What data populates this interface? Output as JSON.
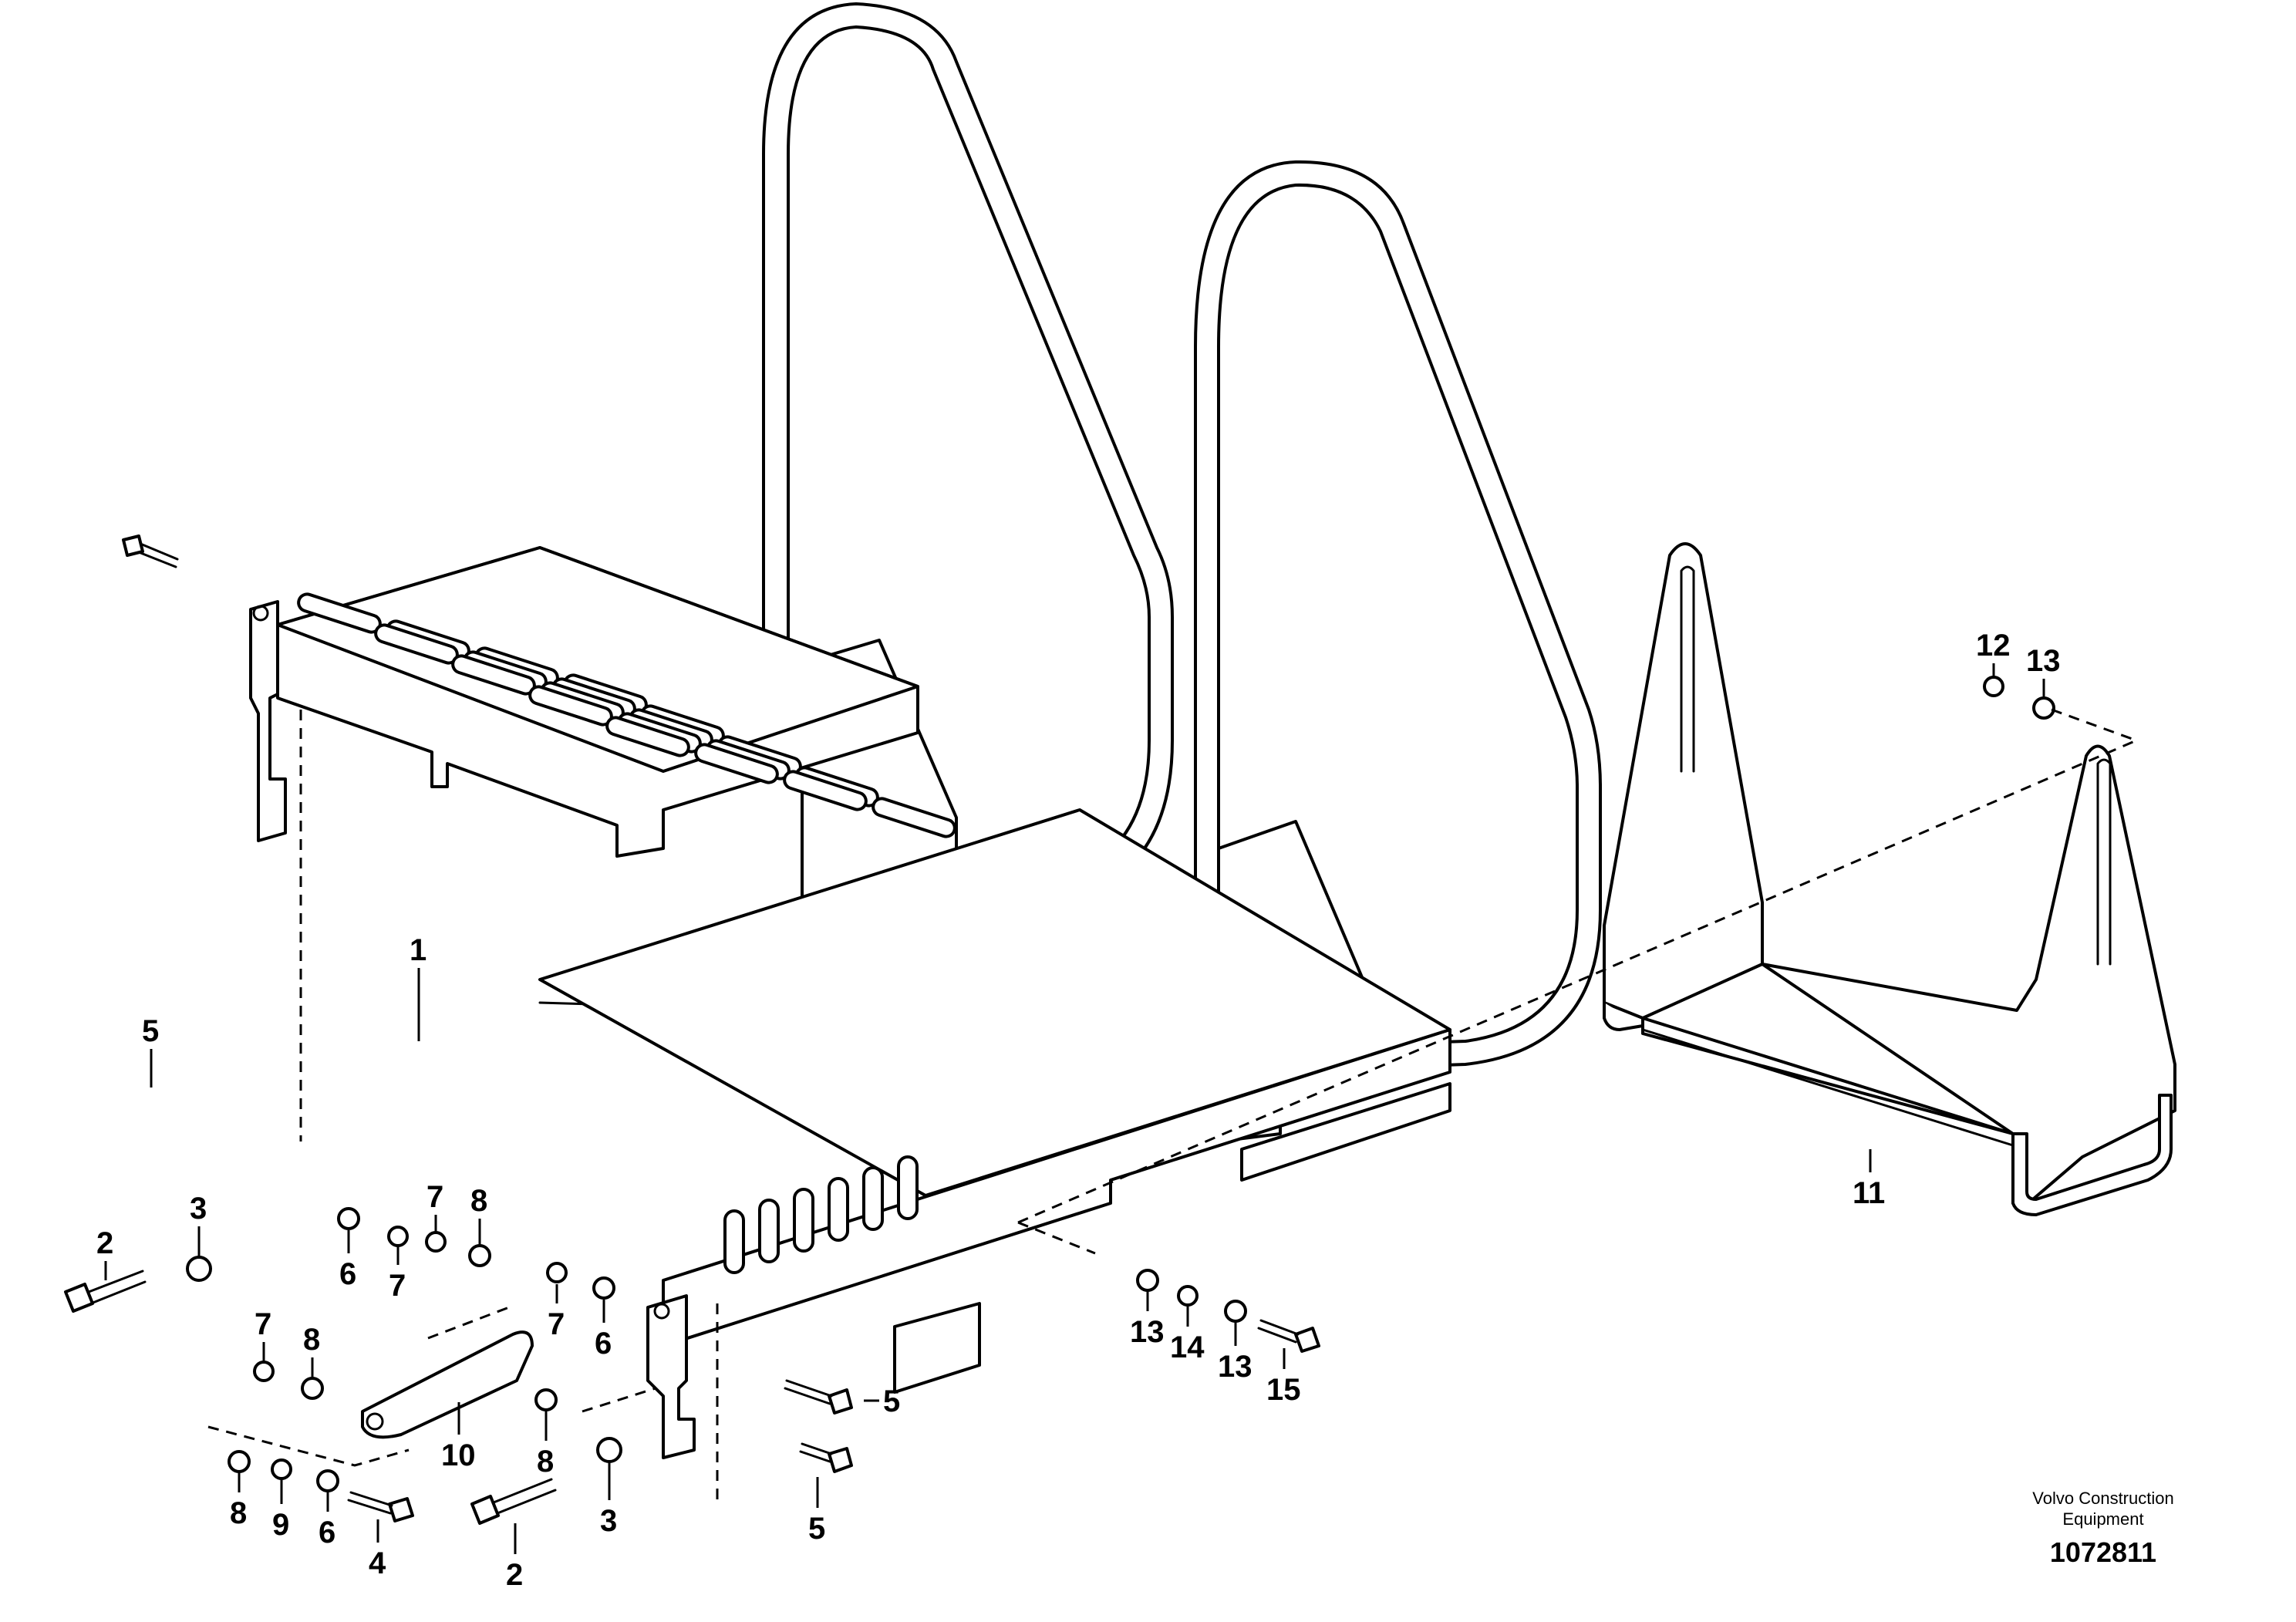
{
  "diagram": {
    "callouts": [
      {
        "id": "c1",
        "label": "1"
      },
      {
        "id": "c2a",
        "label": "2"
      },
      {
        "id": "c2b",
        "label": "2"
      },
      {
        "id": "c3a",
        "label": "3"
      },
      {
        "id": "c3b",
        "label": "3"
      },
      {
        "id": "c4",
        "label": "4"
      },
      {
        "id": "c5a",
        "label": "5"
      },
      {
        "id": "c5b",
        "label": "5"
      },
      {
        "id": "c5c",
        "label": "5"
      },
      {
        "id": "c6a",
        "label": "6"
      },
      {
        "id": "c6b",
        "label": "6"
      },
      {
        "id": "c6c",
        "label": "6"
      },
      {
        "id": "c7a",
        "label": "7"
      },
      {
        "id": "c7b",
        "label": "7"
      },
      {
        "id": "c7c",
        "label": "7"
      },
      {
        "id": "c7d",
        "label": "7"
      },
      {
        "id": "c8a",
        "label": "8"
      },
      {
        "id": "c8b",
        "label": "8"
      },
      {
        "id": "c8c",
        "label": "8"
      },
      {
        "id": "c8d",
        "label": "8"
      },
      {
        "id": "c9",
        "label": "9"
      },
      {
        "id": "c10",
        "label": "10"
      },
      {
        "id": "c11",
        "label": "11"
      },
      {
        "id": "c12",
        "label": "12"
      },
      {
        "id": "c13a",
        "label": "13"
      },
      {
        "id": "c13b",
        "label": "13"
      },
      {
        "id": "c13c",
        "label": "13"
      },
      {
        "id": "c14",
        "label": "14"
      },
      {
        "id": "c15",
        "label": "15"
      }
    ]
  },
  "footer": {
    "company_line1": "Volvo Construction",
    "company_line2": "Equipment",
    "drawing_number": "1072811"
  }
}
